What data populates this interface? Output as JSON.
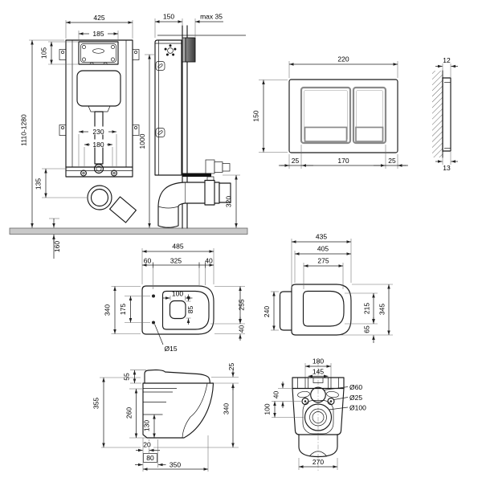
{
  "page": {
    "background": "#ffffff",
    "description": "Technical dimension drawing: concealed WC installation frame with cistern, flush plate and wall-hung toilet bowl (six orthographic views)"
  },
  "colors": {
    "line": "#1a1a1a",
    "dim_line": "#222222",
    "extension_line": "#6a6a6a",
    "floor_fill": "#c9c9c9",
    "plate_block_dark": "#4a4a4a",
    "plate_block_light": "#aaaaaa",
    "button_border": "#8a8a8a"
  },
  "views": {
    "frame_front": {
      "label": "installation frame — front view",
      "width": "425",
      "bracket_width": "185",
      "bracket_height": "105",
      "height_range": "1110-1280",
      "bolt_span_outer": "230",
      "bolt_span_inner": "180",
      "outlet_drop": "135",
      "floor_clearance": "160"
    },
    "frame_side": {
      "label": "installation frame — side view",
      "depth": "150",
      "wall_max": "max 35",
      "height": "1000",
      "outlet_height": "320"
    },
    "plate_front": {
      "label": "flush plate — front view",
      "width": "220",
      "height": "150",
      "margin_left": "25",
      "buttons_width": "170",
      "margin_right": "25"
    },
    "plate_side": {
      "label": "flush plate — side view",
      "thickness_top": "12",
      "thickness_bottom": "13"
    },
    "bowl_top": {
      "label": "bowl with seat — top view",
      "length": "485",
      "seg_60": "60",
      "seg_325": "325",
      "seg_40": "40",
      "width": "340",
      "hole_span": "175",
      "opening_width": "100",
      "opening_depth": "85",
      "right_255": "255",
      "right_40": "40",
      "hole_diameter": "Ø15"
    },
    "lid_top": {
      "label": "seat lid — top view",
      "length": "435",
      "len_405": "405",
      "len_275": "275",
      "width": "240",
      "right_215": "215",
      "right_65": "65",
      "right_345": "345"
    },
    "bowl_side": {
      "label": "bowl — side view",
      "seat_55": "55",
      "seat_25": "25",
      "height_355": "355",
      "height_260": "260",
      "height_130": "130",
      "off_20": "20",
      "off_80": "80",
      "depth_350": "350",
      "height_340": "340"
    },
    "bowl_back": {
      "label": "bowl — back view",
      "span_180": "180",
      "span_145": "145",
      "dia_60": "Ø60",
      "dia_25": "Ø25",
      "dia_100": "Ø100",
      "off_40": "40",
      "off_100": "100",
      "width_270": "270"
    }
  }
}
